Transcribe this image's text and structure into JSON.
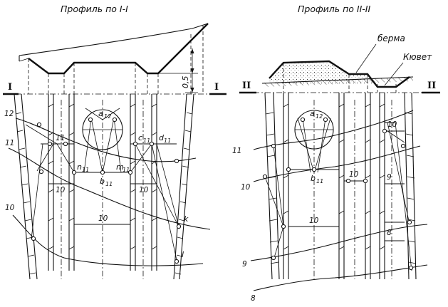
{
  "left": {
    "title": "Профиль по I-I",
    "section_left": "I",
    "section_right": "I",
    "dim": "0,5",
    "contours": [
      "12",
      "11",
      "10"
    ],
    "levels": [
      "11",
      "10",
      "10",
      "10"
    ],
    "points": {
      "a": "a",
      "a_sub": "12",
      "b": "b",
      "b_sub": "11",
      "c": "c",
      "c_sub": "11",
      "d": "d",
      "d_sub": "11",
      "n": "n",
      "n_sub": "11",
      "m": "m",
      "m_sub": "11",
      "k": "k",
      "l": "l"
    }
  },
  "right": {
    "title": "Профиль по II-II",
    "section_left": "II",
    "section_right": "II",
    "berm": "берма",
    "ditch": "Кювет",
    "contours": [
      "11",
      "10",
      "9",
      "8"
    ],
    "levels": [
      "10",
      "10",
      "10",
      "9",
      "8"
    ],
    "points": {
      "a": "a",
      "a_sub": "12",
      "b": "b",
      "b_sub": "11"
    }
  }
}
